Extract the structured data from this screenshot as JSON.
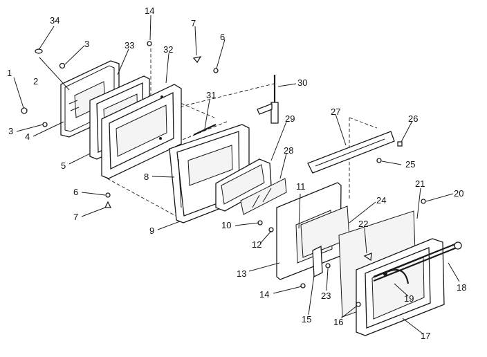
{
  "diagram": {
    "callouts": [
      {
        "id": "c1",
        "text": "1"
      },
      {
        "id": "c2",
        "text": "2"
      },
      {
        "id": "c3a",
        "text": "3"
      },
      {
        "id": "c3b",
        "text": "3"
      },
      {
        "id": "c4",
        "text": "4"
      },
      {
        "id": "c5",
        "text": "5"
      },
      {
        "id": "c6a",
        "text": "6"
      },
      {
        "id": "c6b",
        "text": "6"
      },
      {
        "id": "c7a",
        "text": "7"
      },
      {
        "id": "c7b",
        "text": "7"
      },
      {
        "id": "c8",
        "text": "8"
      },
      {
        "id": "c9",
        "text": "9"
      },
      {
        "id": "c10",
        "text": "10"
      },
      {
        "id": "c11",
        "text": "11"
      },
      {
        "id": "c12",
        "text": "12"
      },
      {
        "id": "c13",
        "text": "13"
      },
      {
        "id": "c14a",
        "text": "14"
      },
      {
        "id": "c14b",
        "text": "14"
      },
      {
        "id": "c15",
        "text": "15"
      },
      {
        "id": "c16",
        "text": "16"
      },
      {
        "id": "c17",
        "text": "17"
      },
      {
        "id": "c18",
        "text": "18"
      },
      {
        "id": "c19",
        "text": "19"
      },
      {
        "id": "c20",
        "text": "20"
      },
      {
        "id": "c21",
        "text": "21"
      },
      {
        "id": "c22",
        "text": "22"
      },
      {
        "id": "c23",
        "text": "23"
      },
      {
        "id": "c24",
        "text": "24"
      },
      {
        "id": "c25",
        "text": "25"
      },
      {
        "id": "c26",
        "text": "26"
      },
      {
        "id": "c27",
        "text": "27"
      },
      {
        "id": "c28",
        "text": "28"
      },
      {
        "id": "c29",
        "text": "29"
      },
      {
        "id": "c30",
        "text": "30"
      },
      {
        "id": "c31",
        "text": "31"
      },
      {
        "id": "c32",
        "text": "32"
      },
      {
        "id": "c33",
        "text": "33"
      },
      {
        "id": "c34",
        "text": "34"
      }
    ]
  }
}
